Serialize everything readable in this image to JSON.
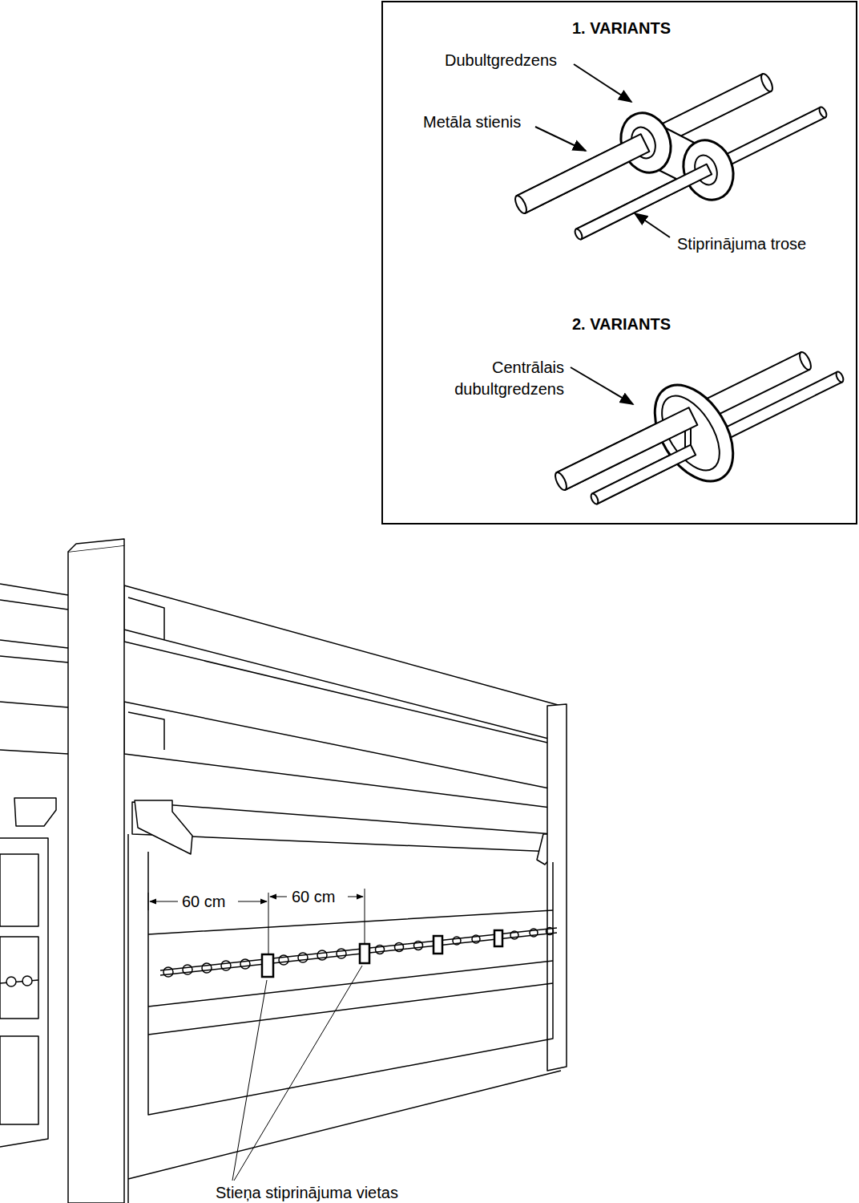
{
  "diagram": {
    "nodes": [
      {
        "text": [
          "1. VARIANTS",
          "Dubultgredzens",
          "Metāla stienis",
          "Stiprinājuma trose",
          "2. VARIANTS",
          "Centrālais dubultgredzens"
        ]
      }
    ],
    "labels": [
      "60 cm",
      "60 cm",
      "Stieņa stiprinājuma vietas"
    ]
  }
}
